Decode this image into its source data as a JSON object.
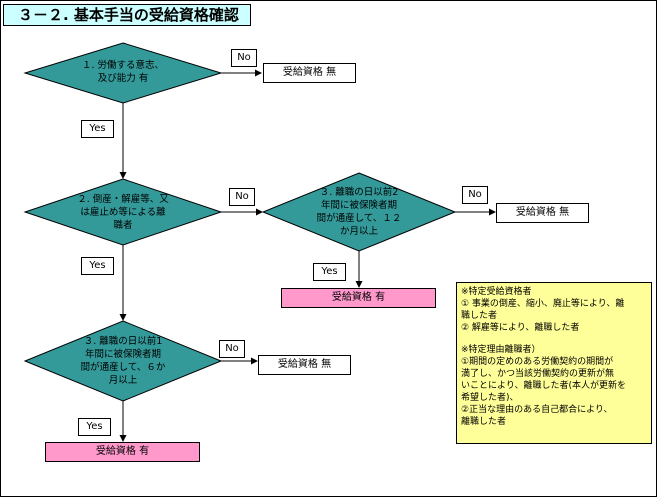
{
  "title": "３－２. 基本手当の受給資格確認",
  "colors": {
    "diamond_fill": "#339999",
    "title_fill": "#ccffff",
    "result_pink": "#ff99cc",
    "note_fill": "#ffff99"
  },
  "decisions": {
    "d1": "１. 労働する意志、\n及び能力  有",
    "d2": "２. 倒産・解雇等、又\nは雇止め等による離\n職者",
    "d3": "３. 離職の日以前2\n年間に被保険者期\n間が通産して、１２\nか月以上",
    "d4": "３. 離職の日以前1\n年間に被保険者期\n間が通産して、６か\n月以上"
  },
  "labels": {
    "no": "No",
    "yes": "Yes"
  },
  "results": {
    "r1": "受給資格  無",
    "r2": "受給資格  無",
    "r3": "受給資格  有",
    "r4": "受給資格  無",
    "r5": "受給資格  有"
  },
  "note": {
    "heading1": "※特定受給資格者",
    "item1": "① 事業の倒産、縮小、廃止等により、離\n職した者",
    "item2": "② 解雇等により、離職した者",
    "heading2": "※特定理由離職者）",
    "item3": "①期間の定めのある労働契約の期間が\n満了し、かつ当該労働契約の更新が無\nいことにより、離職した者(本人が更新を\n希望した者)、",
    "item4": "②正当な理由のある自己都合により、\n離職した者"
  }
}
